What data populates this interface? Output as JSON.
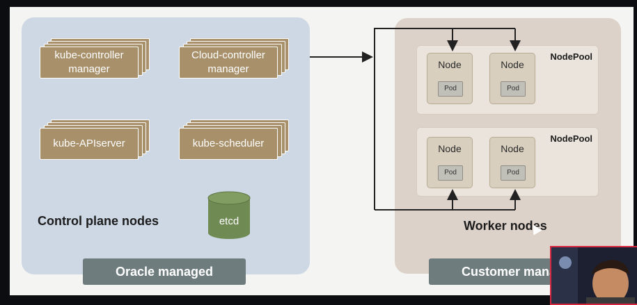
{
  "control_plane": {
    "components": [
      "kube-controller manager",
      "Cloud-controller manager",
      "kube-APIserver",
      "kube-scheduler"
    ],
    "etcd": "etcd",
    "label": "Control plane nodes",
    "band": "Oracle managed"
  },
  "worker": {
    "nodepools": [
      {
        "label": "NodePool",
        "nodes": [
          {
            "label": "Node",
            "pod": "Pod"
          },
          {
            "label": "Node",
            "pod": "Pod"
          }
        ]
      },
      {
        "label": "NodePool",
        "nodes": [
          {
            "label": "Node",
            "pod": "Pod"
          },
          {
            "label": "Node",
            "pod": "Pod"
          }
        ]
      }
    ],
    "label": "Worker nodes",
    "band": "Customer mana"
  },
  "colors": {
    "control_panel": "#cdd8e4",
    "worker_panel": "#ddd2c9",
    "component": "#a8906a",
    "etcd": "#6f8a52",
    "band": "#6e7c7e"
  }
}
